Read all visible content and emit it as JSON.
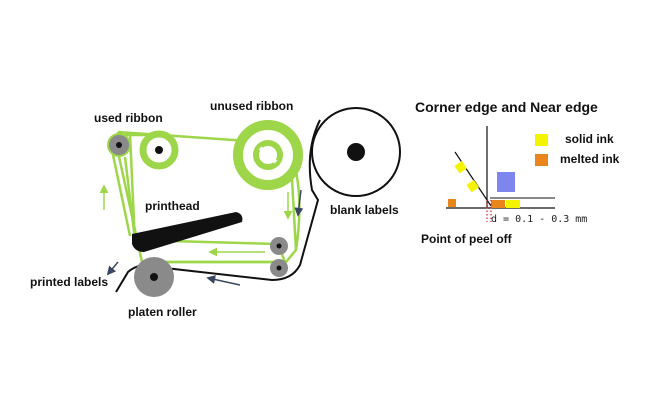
{
  "labels": {
    "used_ribbon": "used ribbon",
    "unused_ribbon": "unused ribbon",
    "printhead": "printhead",
    "blank_labels": "blank labels",
    "printed_labels": "printed labels",
    "platen_roller": "platen roller"
  },
  "detail": {
    "title": "Corner edge and Near edge",
    "legend": [
      {
        "label": "solid ink",
        "color": "#f4f400"
      },
      {
        "label": "melted ink",
        "color": "#e8861c"
      }
    ],
    "dimension": "d = 0.1 - 0.3 mm",
    "peel_label": "Point of peel off"
  },
  "colors": {
    "ribbon": "#9ed64a",
    "roller": "#8a8a8a",
    "head": "#111111",
    "label_path": "#111111",
    "arrow_ribbon": "#9ed64a",
    "arrow_label": "#3a4660",
    "blue_block": "#7d86ee",
    "peel_dots": "#d22222"
  },
  "icons": {
    "arrow": "arrow-icon"
  }
}
